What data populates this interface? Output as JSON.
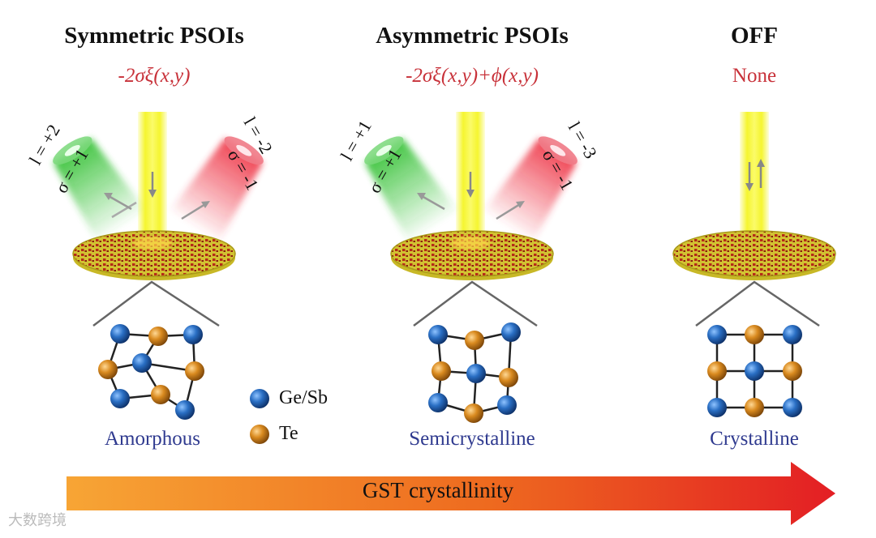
{
  "panels": [
    {
      "title": "Symmetric PSOIs",
      "formula": "-2σξ(x,y)",
      "caption": "Amorphous",
      "left_beam": {
        "l": "l = +2",
        "sigma": "σ = +1"
      },
      "right_beam": {
        "l": "l = -2",
        "sigma": "σ = -1"
      }
    },
    {
      "title": "Asymmetric PSOIs",
      "formula": "-2σξ(x,y)+ϕ(x,y)",
      "caption": "Semicrystalline",
      "left_beam": {
        "l": "l = +1",
        "sigma": "σ = +1"
      },
      "right_beam": {
        "l": "l = -3",
        "sigma": "σ = -1"
      }
    },
    {
      "title": "OFF",
      "formula": "None",
      "caption": "Crystalline"
    }
  ],
  "legend": [
    {
      "label": "Ge/Sb",
      "color": "#1f5fb0"
    },
    {
      "label": "Te",
      "color": "#d9891f"
    }
  ],
  "axis": {
    "label": "GST crystallinity"
  },
  "watermark": "大数跨境",
  "colors": {
    "title": "#111111",
    "formula": "#c8323a",
    "caption": "#2f3a8f",
    "yellow_beam": "#f2f21a",
    "green_beam": "#33c233",
    "red_beam": "#ee3344",
    "disk": "#dccf3a"
  }
}
